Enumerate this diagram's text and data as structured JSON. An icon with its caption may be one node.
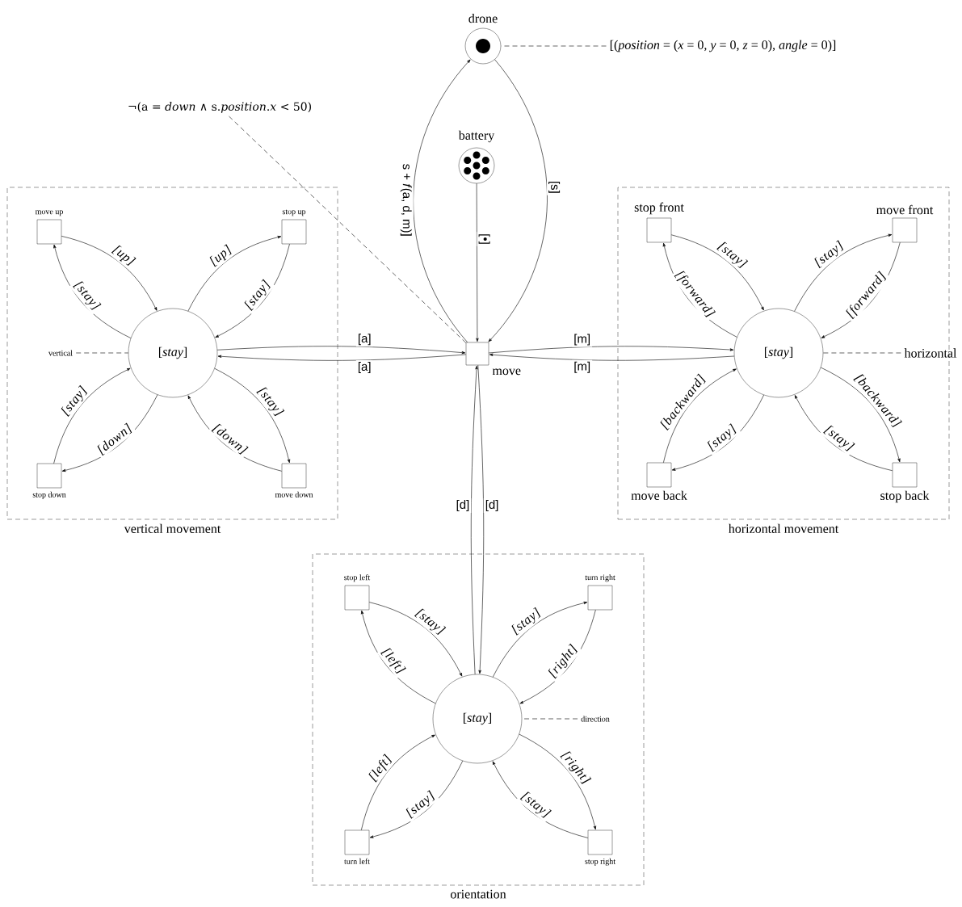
{
  "diagram": {
    "nodes": [
      {
        "text": [
          "drone"
        ]
      },
      {
        "text": [
          "[(*position* = (*x* = 0, *y* = 0, *z* = 0), *angle* = 0)]"
        ]
      },
      {
        "text": [
          "¬(a = *down* ∧ s.*position*.*x* < 50)"
        ]
      },
      {
        "text": [
          "battery"
        ]
      },
      {
        "text": [
          "move"
        ]
      },
      {
        "text": [
          "vertical movement"
        ]
      },
      {
        "text": [
          "[*stay*]"
        ],
        "in": 5
      },
      {
        "text": [
          "vertical"
        ],
        "in": 5
      },
      {
        "text": [
          "move up"
        ],
        "in": 5
      },
      {
        "text": [
          "stop up"
        ],
        "in": 5
      },
      {
        "text": [
          "stop down"
        ],
        "in": 5
      },
      {
        "text": [
          "move down"
        ],
        "in": 5
      },
      {
        "text": [
          "horizontal movement"
        ]
      },
      {
        "text": [
          "[*stay*]"
        ],
        "in": 12
      },
      {
        "text": [
          "horizontal"
        ]
      },
      {
        "text": [
          "stop front"
        ],
        "in": 12
      },
      {
        "text": [
          "move front"
        ],
        "in": 12
      },
      {
        "text": [
          "move back"
        ],
        "in": 12
      },
      {
        "text": [
          "stop back"
        ],
        "in": 12
      },
      {
        "text": [
          "orientation"
        ]
      },
      {
        "text": [
          "[*stay*]"
        ],
        "in": 19
      },
      {
        "text": [
          "direction"
        ],
        "in": 19
      },
      {
        "text": [
          "stop left"
        ],
        "in": 19
      },
      {
        "text": [
          "turn right"
        ],
        "in": 19
      },
      {
        "text": [
          "turn left"
        ],
        "in": 19
      },
      {
        "text": [
          "stop right"
        ],
        "in": 19
      }
    ],
    "edges": [
      {
        "from": 4,
        "to": 0,
        "arrow": "to",
        "label": "s + *f*(a, d, m)]"
      },
      {
        "from": 0,
        "to": 4,
        "arrow": "to",
        "label": "[s]"
      },
      {
        "from": 3,
        "to": 4,
        "arrow": "to",
        "label": "[•]"
      },
      {
        "from": 1,
        "to": 0,
        "arrow": "none",
        "style": "dashed"
      },
      {
        "from": 2,
        "to": 4,
        "arrow": "none",
        "style": "dashed"
      },
      {
        "from": 6,
        "to": 4,
        "arrow": "to",
        "label": "[a]"
      },
      {
        "from": 4,
        "to": 6,
        "arrow": "to",
        "label": "[a]"
      },
      {
        "from": 7,
        "to": 6,
        "arrow": "none",
        "style": "dashed"
      },
      {
        "from": 8,
        "to": 6,
        "arrow": "to",
        "label": "[up]"
      },
      {
        "from": 6,
        "to": 8,
        "arrow": "to",
        "label": "[stay]"
      },
      {
        "from": 6,
        "to": 9,
        "arrow": "to",
        "label": "[up]"
      },
      {
        "from": 9,
        "to": 6,
        "arrow": "to",
        "label": "[stay]"
      },
      {
        "from": 10,
        "to": 6,
        "arrow": "to",
        "label": "[stay]"
      },
      {
        "from": 6,
        "to": 10,
        "arrow": "to",
        "label": "[down]"
      },
      {
        "from": 6,
        "to": 11,
        "arrow": "to",
        "label": "[stay]"
      },
      {
        "from": 11,
        "to": 6,
        "arrow": "to",
        "label": "[down]"
      },
      {
        "from": 4,
        "to": 13,
        "arrow": "to",
        "label": "[m]"
      },
      {
        "from": 13,
        "to": 4,
        "arrow": "to",
        "label": "[m]"
      },
      {
        "from": 14,
        "to": 13,
        "arrow": "none",
        "style": "dashed"
      },
      {
        "from": 15,
        "to": 13,
        "arrow": "to",
        "label": "[stay]"
      },
      {
        "from": 13,
        "to": 15,
        "arrow": "to",
        "label": "[forward]"
      },
      {
        "from": 13,
        "to": 16,
        "arrow": "to",
        "label": "[stay]"
      },
      {
        "from": 16,
        "to": 13,
        "arrow": "to",
        "label": "[forward]"
      },
      {
        "from": 17,
        "to": 13,
        "arrow": "to",
        "label": "[backward]"
      },
      {
        "from": 13,
        "to": 17,
        "arrow": "to",
        "label": "[stay]"
      },
      {
        "from": 13,
        "to": 18,
        "arrow": "to",
        "label": "[backward]"
      },
      {
        "from": 18,
        "to": 13,
        "arrow": "to",
        "label": "[stay]"
      },
      {
        "from": 20,
        "to": 4,
        "arrow": "to",
        "label": "[d]"
      },
      {
        "from": 4,
        "to": 20,
        "arrow": "to",
        "label": "[d]"
      },
      {
        "from": 21,
        "to": 20,
        "arrow": "none",
        "style": "dashed"
      },
      {
        "from": 22,
        "to": 20,
        "arrow": "to",
        "label": "[stay]"
      },
      {
        "from": 20,
        "to": 22,
        "arrow": "to",
        "label": "[left]"
      },
      {
        "from": 20,
        "to": 23,
        "arrow": "to",
        "label": "[stay]"
      },
      {
        "from": 23,
        "to": 20,
        "arrow": "to",
        "label": "[right]"
      },
      {
        "from": 24,
        "to": 20,
        "arrow": "to",
        "label": "[left]"
      },
      {
        "from": 20,
        "to": 24,
        "arrow": "to",
        "label": "[stay]"
      },
      {
        "from": 20,
        "to": 25,
        "arrow": "to",
        "label": "[right]"
      },
      {
        "from": 25,
        "to": 20,
        "arrow": "to",
        "label": "[stay]"
      }
    ]
  }
}
